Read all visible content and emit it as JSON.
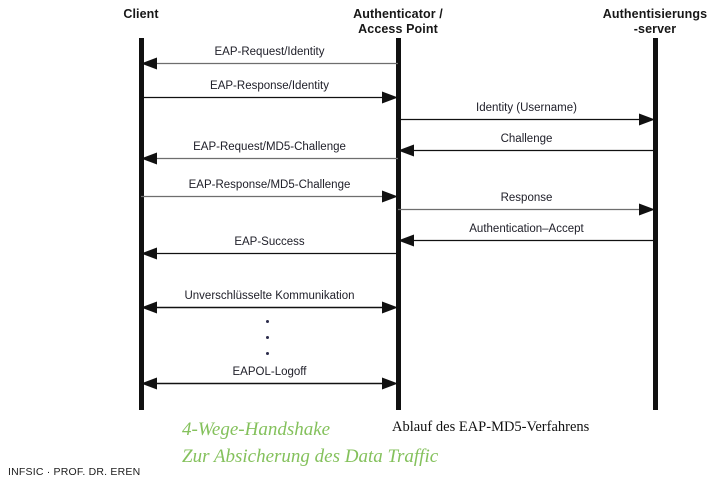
{
  "diagram": {
    "type": "sequence-diagram",
    "actors": [
      {
        "id": "client",
        "line1": "Client",
        "line2": ""
      },
      {
        "id": "authenticator",
        "line1": "Authenticator /",
        "line2": "Access Point"
      },
      {
        "id": "server",
        "line1": "Authentisierungs",
        "line2": "-server"
      }
    ],
    "messages": [
      {
        "label": "EAP-Request/Identity",
        "from": "authenticator",
        "to": "client",
        "direction": "left",
        "span": "left",
        "color": "#6e6e6e"
      },
      {
        "label": "EAP-Response/Identity",
        "from": "client",
        "to": "authenticator",
        "direction": "right",
        "span": "left",
        "color": "#111111"
      },
      {
        "label": "Identity (Username)",
        "from": "authenticator",
        "to": "server",
        "direction": "right",
        "span": "right",
        "color": "#111111"
      },
      {
        "label": "Challenge",
        "from": "server",
        "to": "authenticator",
        "direction": "left",
        "span": "right",
        "color": "#111111"
      },
      {
        "label": "EAP-Request/MD5-Challenge",
        "from": "authenticator",
        "to": "client",
        "direction": "left",
        "span": "left",
        "color": "#6e6e6e"
      },
      {
        "label": "EAP-Response/MD5-Challenge",
        "from": "client",
        "to": "authenticator",
        "direction": "right",
        "span": "left",
        "color": "#6e6e6e"
      },
      {
        "label": "Response",
        "from": "authenticator",
        "to": "server",
        "direction": "right",
        "span": "right",
        "color": "#6e6e6e"
      },
      {
        "label": "Authentication–Accept",
        "from": "server",
        "to": "authenticator",
        "direction": "left",
        "span": "right",
        "color": "#111111"
      },
      {
        "label": "EAP-Success",
        "from": "authenticator",
        "to": "client",
        "direction": "left",
        "span": "left",
        "color": "#111111"
      },
      {
        "label": "Unverschlüsselte Kommunikation",
        "from": "client",
        "to": "authenticator",
        "direction": "both",
        "span": "left",
        "color": "#111111"
      },
      {
        "label": "EAPOL-Logoff",
        "from": "client",
        "to": "authenticator",
        "direction": "both",
        "span": "left",
        "color": "#111111"
      }
    ],
    "continuation_dots": 3
  },
  "captions": {
    "green_line1": "4-Wege-Handshake",
    "green_line2": "Zur Absicherung des Data Traffic",
    "green_color": "#84c15c",
    "title": "Ablauf des EAP-MD5-Verfahrens"
  },
  "footer": {
    "text": "INFSIC · PROF. DR. EREN"
  }
}
